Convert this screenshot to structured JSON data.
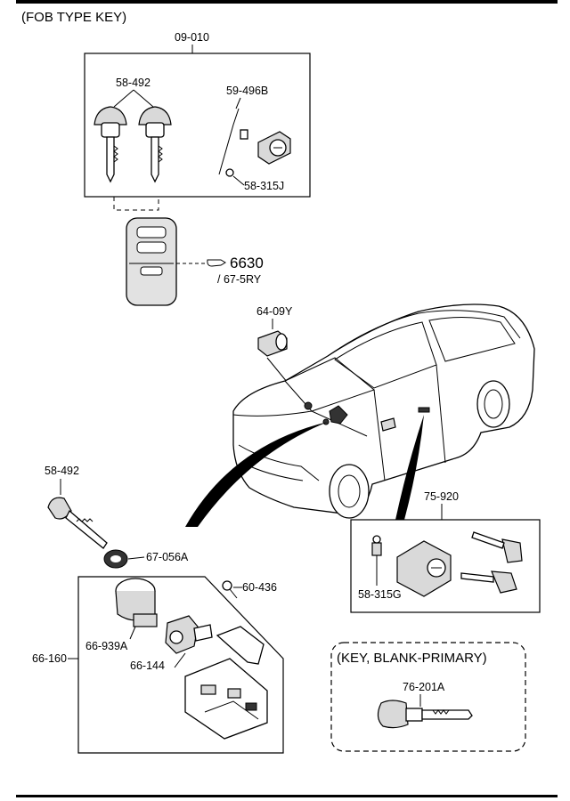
{
  "title": "(FOB TYPE KEY)",
  "parts": {
    "fob_kit": "09-010",
    "key_top": "58-492",
    "bracket": "59-496B",
    "screw_top": "58-315J",
    "ref_6630": "6630",
    "ref_67": "/ 67-5RY",
    "cylinder_top": "64-09Y",
    "key_left": "58-492",
    "ring": "67-056A",
    "bolt": "60-436",
    "switch_set": "66-160",
    "switch_a": "66-939A",
    "switch_b": "66-144",
    "door_set": "75-920",
    "screw_door": "58-315G",
    "blank_key": "76-201A"
  },
  "blank_box_title": "(KEY, BLANK-PRIMARY)"
}
